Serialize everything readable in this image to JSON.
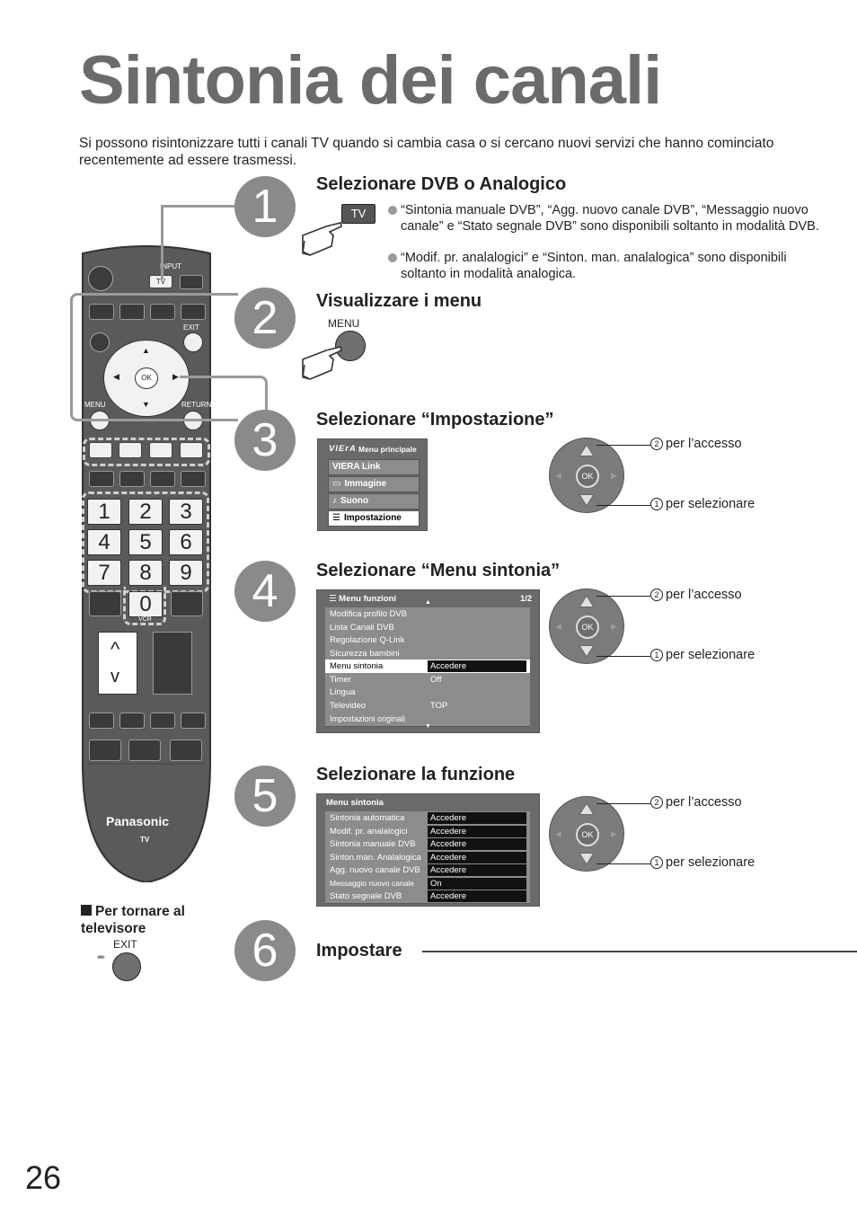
{
  "title": "Sintonia dei canali",
  "intro": "Si possono risintonizzare tutti i canali TV quando si cambia casa o si cercano nuovi servizi che hanno cominciato recentemente ad essere trasmessi.",
  "page_number": "26",
  "remote": {
    "input_label": "INPUT",
    "tv_label": "TV",
    "exit_label": "EXIT",
    "ok_label": "OK",
    "menu_label": "MENU",
    "return_label": "RETURN",
    "vcr_label": "VCR",
    "brand": "Panasonic",
    "brand_sub": "TV",
    "numbers": [
      "1",
      "2",
      "3",
      "4",
      "5",
      "6",
      "7",
      "8",
      "9",
      "0"
    ],
    "ch_up": "^",
    "ch_down": "v"
  },
  "back_note": {
    "text": "Per tornare al televisore",
    "button_label": "EXIT"
  },
  "steps": [
    {
      "num": "1",
      "heading": "Selezionare DVB o Analogico",
      "button_label": "TV",
      "bullets": [
        "“Sintonia manuale DVB”, “Agg. nuovo canale DVB”, “Messaggio nuovo canale” e “Stato segnale DVB” sono disponibili soltanto in modalità DVB.",
        "“Modif. pr. analalogici” e “Sinton. man. analalogica” sono disponibili soltanto in modalità analogica."
      ]
    },
    {
      "num": "2",
      "heading": "Visualizzare i menu",
      "button_label": "MENU"
    },
    {
      "num": "3",
      "heading": "Selezionare “Impostazione”",
      "menu": {
        "brand": "VIErA",
        "title": "Menu principale",
        "items": [
          "VIERA Link",
          "Immagine",
          "Suono",
          "Impostazione"
        ]
      }
    },
    {
      "num": "4",
      "heading": "Selezionare “Menu sintonia”",
      "menu": {
        "title": "Menu funzioni",
        "page": "1/2",
        "rows": [
          {
            "label": "Modifica profilo DVB",
            "value": ""
          },
          {
            "label": "Lista Canali DVB",
            "value": ""
          },
          {
            "label": "Regolazione Q-Link",
            "value": ""
          },
          {
            "label": "Sicurezza bambini",
            "value": ""
          },
          {
            "label": "Menu sintonia",
            "value": "Accedere"
          },
          {
            "label": "Timer",
            "value": "Off"
          },
          {
            "label": "Lingua",
            "value": ""
          },
          {
            "label": "Televideo",
            "value": "TOP"
          },
          {
            "label": "Impostazioni originali",
            "value": ""
          }
        ]
      }
    },
    {
      "num": "5",
      "heading": "Selezionare la funzione",
      "menu": {
        "title": "Menu sintonia",
        "rows": [
          {
            "label": "Sintonia automatica",
            "value": "Accedere"
          },
          {
            "label": "Modif. pr. analalogici",
            "value": "Accedere"
          },
          {
            "label": "Sintonia manuale DVB",
            "value": "Accedere"
          },
          {
            "label": "Sinton.man. Analalogica",
            "value": "Accedere"
          },
          {
            "label": "Agg. nuovo canale DVB",
            "value": "Accedere"
          },
          {
            "label": "Messaggio nuovo canale",
            "value": "On"
          },
          {
            "label": "Stato segnale DVB",
            "value": "Accedere"
          }
        ]
      }
    },
    {
      "num": "6",
      "heading": "Impostare"
    }
  ],
  "nav": {
    "access_num": "2",
    "access_text": "per l’accesso",
    "select_num": "1",
    "select_text": "per selezionare",
    "ok_label": "OK"
  }
}
